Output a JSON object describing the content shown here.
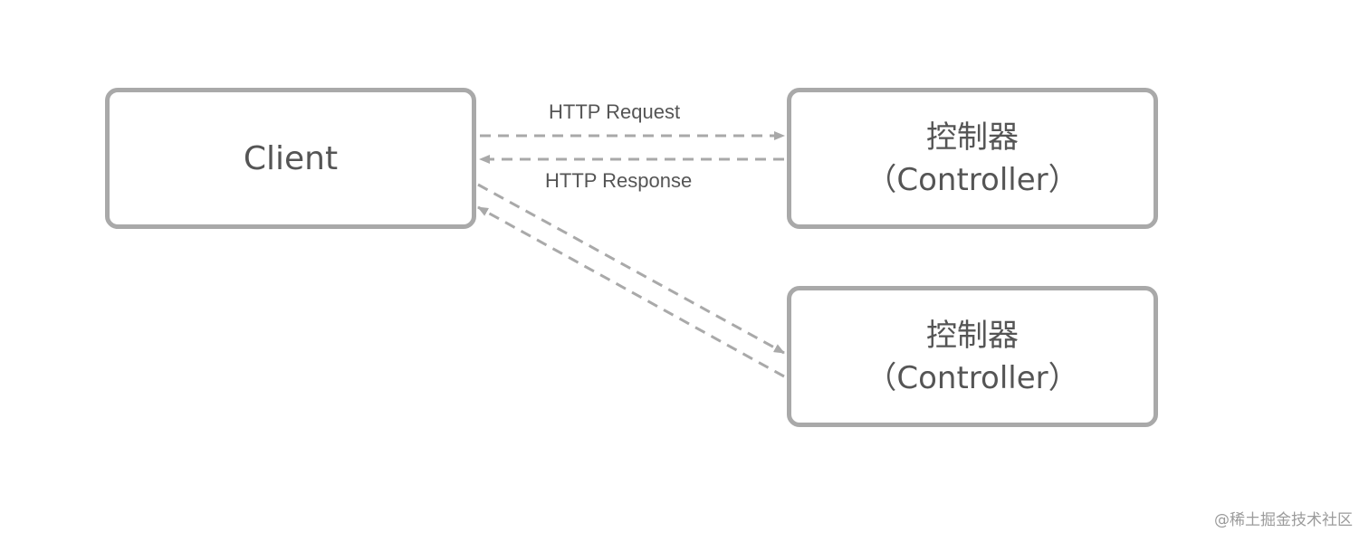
{
  "client": {
    "label": "Client"
  },
  "controllers": [
    {
      "label_cn": "控制器",
      "label_en": "（Controller）"
    },
    {
      "label_cn": "控制器",
      "label_en": "（Controller）"
    }
  ],
  "edges": {
    "request_label": "HTTP Request",
    "response_label": "HTTP Response"
  },
  "watermark": "@稀土掘金技术社区",
  "colors": {
    "box_border": "#a9a9a9",
    "connector": "#a9a9a9",
    "text": "#555555",
    "watermark": "#9b9b9b"
  }
}
